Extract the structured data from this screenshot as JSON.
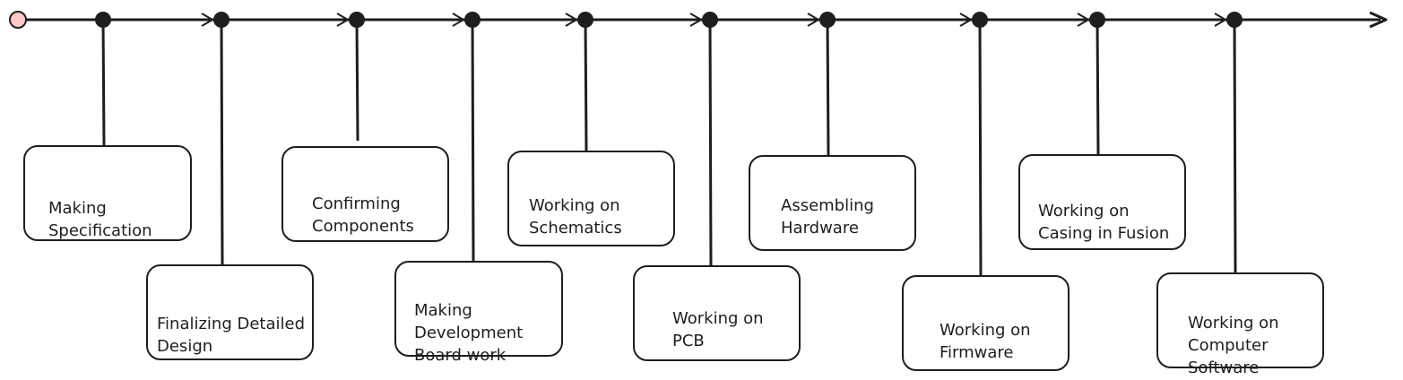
{
  "diagram": {
    "type": "timeline",
    "line_color": "#1e1e1e",
    "start_marker_color": "#ffc9c9",
    "milestones": [
      {
        "id": "m1",
        "label": "Making\nSpecification"
      },
      {
        "id": "m2",
        "label": "Finalizing Detailed\nDesign"
      },
      {
        "id": "m3",
        "label": "Confirming\nComponents"
      },
      {
        "id": "m4",
        "label": "Making\nDevelopment\nBoard work"
      },
      {
        "id": "m5",
        "label": "Working on\nSchematics"
      },
      {
        "id": "m6",
        "label": "Working on\nPCB"
      },
      {
        "id": "m7",
        "label": "Assembling\nHardware"
      },
      {
        "id": "m8",
        "label": "Working on\nFirmware"
      },
      {
        "id": "m9",
        "label": "Working on\nCasing in Fusion"
      },
      {
        "id": "m10",
        "label": "Working on\nComputer\nSoftware"
      }
    ]
  }
}
